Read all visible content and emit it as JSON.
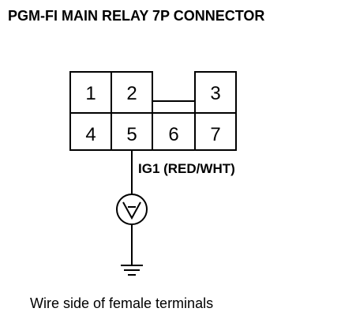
{
  "title": "PGM-FI MAIN RELAY 7P CONNECTOR",
  "connector": {
    "pins": {
      "p1": "1",
      "p2": "2",
      "p3": "3",
      "p4": "4",
      "p5": "5",
      "p6": "6",
      "p7": "7"
    }
  },
  "wire_label": "IG1 (RED/WHT)",
  "caption": "Wire side of female terminals",
  "meter_icon": "voltmeter-icon",
  "ground_icon": "ground-icon"
}
